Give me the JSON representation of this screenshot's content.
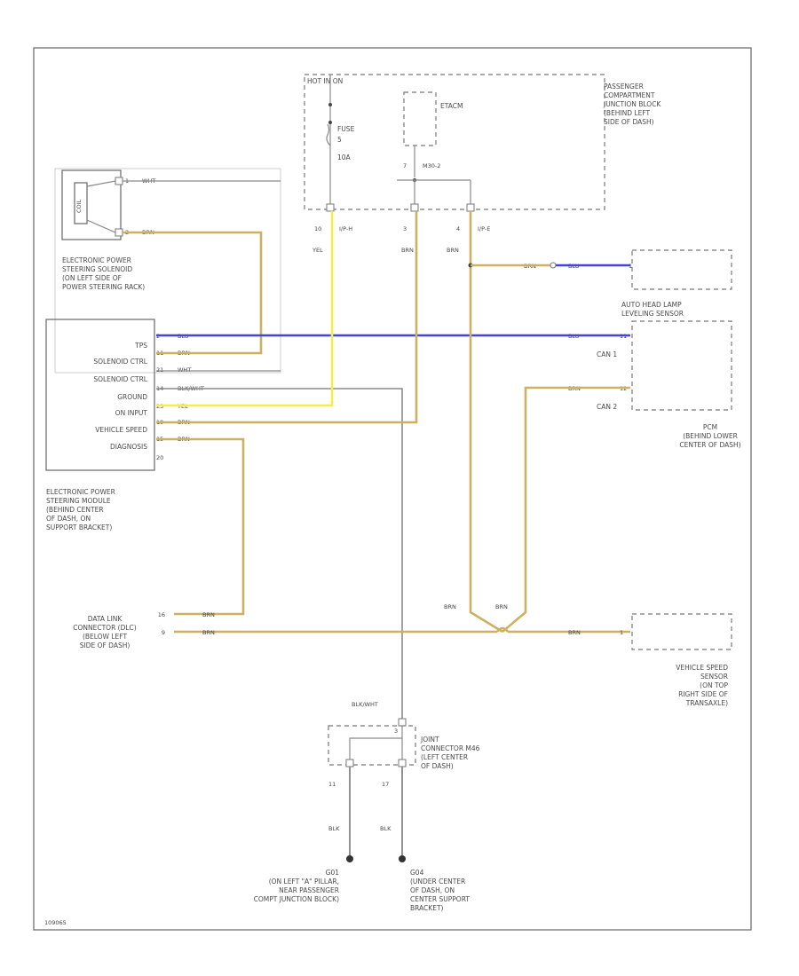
{
  "hot_label": "HOT IN ON",
  "fuse": {
    "name": "FUSE",
    "number": "5",
    "rating": "10A"
  },
  "relay": {
    "name": "ETACM"
  },
  "junction_block": {
    "label": [
      "PASSENGER",
      "COMPARTMENT",
      "JUNCTION BLOCK",
      "(BEHIND LEFT",
      "SIDE OF DASH)"
    ],
    "pin7": "7",
    "pin7_conn": "M30-2",
    "pin10": "10",
    "pin10_conn": "I/P-H",
    "pin3": "3",
    "pin4": "4",
    "pin4_conn": "I/P-E"
  },
  "solenoid": {
    "label": [
      "ELECTRONIC POWER",
      "STEERING SOLENOID",
      "(ON LEFT SIDE OF",
      "POWER STEERING RACK)"
    ],
    "pin1": "1",
    "pin2": "2",
    "wire1": "WHT",
    "wire2": "BRN",
    "coil_text": "COIL"
  },
  "eps_module": {
    "label": [
      "ELECTRONIC POWER",
      "STEERING MODULE",
      "(BEHIND CENTER",
      "OF DASH, ON",
      "SUPPORT BRACKET)"
    ],
    "rows": [
      {
        "name": "TPS",
        "pin": "2",
        "wire": "BLU"
      },
      {
        "name": "SOLENOID CTRL",
        "pin": "11",
        "wire": "BRN"
      },
      {
        "name": "SOLENOID CTRL",
        "pin": "21",
        "wire": "WHT"
      },
      {
        "name": "GROUND",
        "pin": "14",
        "wire": "BLK/WHT"
      },
      {
        "name": "ON INPUT",
        "pin": "23",
        "wire": "YEL"
      },
      {
        "name": "VEHICLE SPEED",
        "pin": "19",
        "wire": "BRN"
      },
      {
        "name": "DIAGNOSIS",
        "pin": "15",
        "wire": "BRN"
      }
    ],
    "extra_pin": "20"
  },
  "headlamp_sensor": {
    "label": [
      "AUTO HEAD LAMP",
      "LEVELING SENSOR"
    ],
    "pin": "1",
    "wire_left": "BRN",
    "wire_right": "BLU"
  },
  "pcm": {
    "label": [
      "PCM",
      "(BEHIND LOWER",
      "CENTER OF DASH)"
    ],
    "can1": "CAN 1",
    "can2": "CAN 2",
    "wire_can1": "BLU",
    "wire_can2": "BRN",
    "pin_can1": "11",
    "pin_can2": "12"
  },
  "wires": {
    "yel": "YEL",
    "brn_a": "BRN",
    "brn_b": "BRN",
    "brn_c": "BRN",
    "brn_d": "BRN"
  },
  "dlc": {
    "label": [
      "DATA LINK",
      "CONNECTOR (DLC)",
      "(BELOW LEFT",
      "SIDE OF DASH)"
    ],
    "pin16": "16",
    "pin16_wire": "BRN",
    "pin9": "9",
    "pin9_wire": "BRN"
  },
  "vss": {
    "label": [
      "VEHICLE SPEED",
      "SENSOR",
      "(ON TOP",
      "RIGHT SIDE OF",
      "TRANSAXLE)"
    ],
    "pin": "1",
    "wire": "BRN"
  },
  "joint_connector": {
    "label": [
      "JOINT",
      "CONNECTOR M46",
      "(LEFT CENTER",
      "OF DASH)"
    ],
    "top_wire": "BLK/WHT",
    "pin_top": "3",
    "pin_left": "11",
    "pin_right": "17",
    "wire_left": "BLK",
    "wire_right": "BLK"
  },
  "grounds": [
    {
      "id": "G01",
      "label": [
        "(ON LEFT \"A\" PILLAR,",
        "NEAR PASSENGER",
        "COMPT JUNCTION BLOCK)"
      ]
    },
    {
      "id": "G04",
      "label": [
        "(UNDER CENTER",
        "OF DASH, ON",
        "CENTER SUPPORT",
        "BRACKET)"
      ]
    }
  ],
  "footer_code": "109065"
}
